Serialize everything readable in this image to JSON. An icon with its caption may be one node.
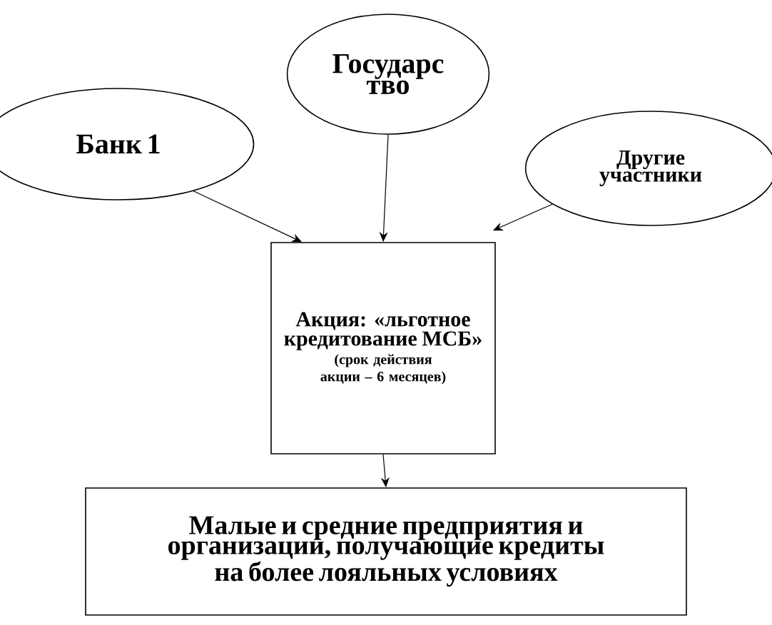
{
  "diagram": {
    "nodes": [
      {
        "text": [
          "Банк 1"
        ]
      },
      {
        "text": [
          "Государс тво"
        ]
      },
      {
        "text": [
          "Другие участники"
        ]
      },
      {
        "text": [
          "Акция: «льготное кредитование МСБ»",
          "(срок действия акции – 6 месяцев)"
        ]
      },
      {
        "text": [
          "Малые и средние предприятия и организации, получающие кредиты на более лояльных условиях"
        ]
      }
    ],
    "edges": [
      {
        "from": 0,
        "to": 3,
        "arrow": "to"
      },
      {
        "from": 1,
        "to": 3,
        "arrow": "to"
      },
      {
        "from": 2,
        "to": 3,
        "arrow": "to"
      },
      {
        "from": 3,
        "to": 4,
        "arrow": "to"
      }
    ]
  }
}
